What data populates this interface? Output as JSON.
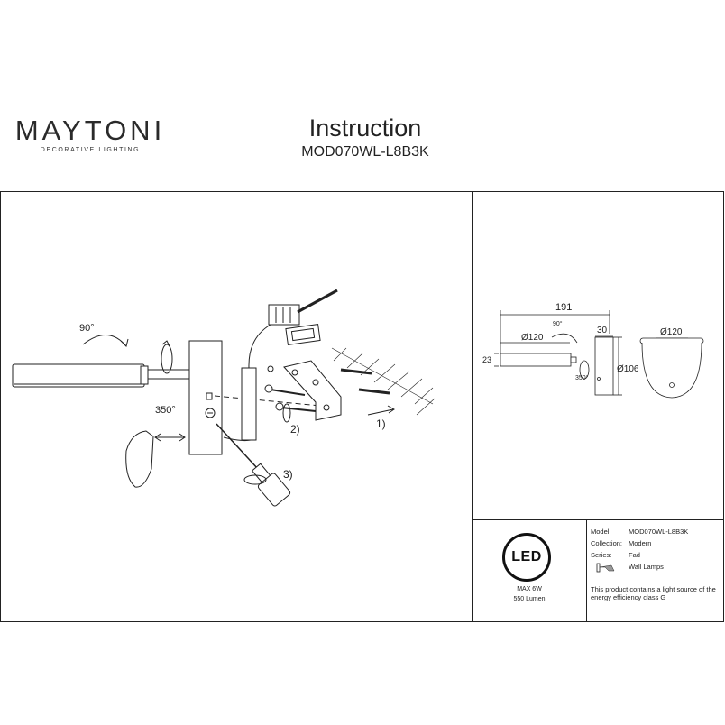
{
  "brand": {
    "name": "MAYTONI",
    "tagline": "DECORATIVE LIGHTING"
  },
  "header": {
    "title": "Instruction",
    "model_code": "MOD070WL-L8B3K"
  },
  "diagram": {
    "rotation_top": "90°",
    "rotation_bottom": "350°",
    "step1": "1)",
    "step2": "2)",
    "step3": "3)"
  },
  "dimensions": {
    "length_total": "191",
    "head_diameter": "Ø120",
    "rotation": "90°",
    "arm": "30",
    "height": "23",
    "swivel": "350°",
    "base_diameter": "Ø106",
    "front_diameter": "Ø120"
  },
  "led": {
    "badge": "LED",
    "power": "MAX 6W",
    "lumen": "550 Lumen"
  },
  "info": {
    "model_label": "Model:",
    "model_value": "MOD070WL-L8B3K",
    "collection_label": "Collection:",
    "collection_value": "Modern",
    "series_label": "Series:",
    "series_value": "Fad",
    "type_value": "Wall Lamps",
    "energy_note": "This product contains a light source of the energy efficiency class G"
  }
}
